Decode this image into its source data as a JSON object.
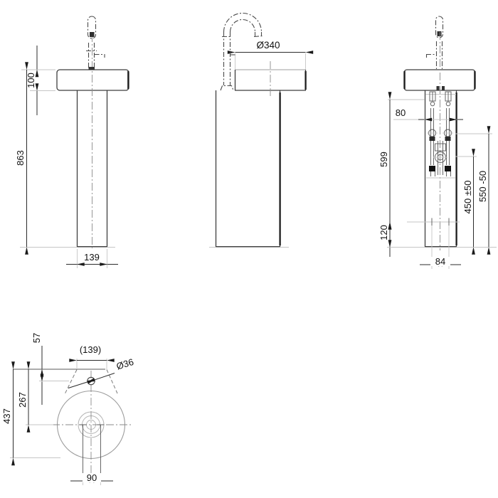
{
  "drawing": {
    "front": {
      "total_height": "863",
      "basin_height": "100",
      "column_width": "139"
    },
    "side": {
      "basin_diameter": "Ø340"
    },
    "rear": {
      "hole_offset": "80",
      "install_height": "599",
      "clearance_height": "120",
      "pipe_spacing": "84",
      "drain_height": "450 ±50",
      "supply_height": "550 -50"
    },
    "plan": {
      "faucet_offset": "57",
      "column_width_ref": "(139)",
      "faucet_hole_diameter": "Ø36",
      "basin_center_offset": "267",
      "total_depth": "437",
      "outlet_spacing": "90"
    }
  }
}
